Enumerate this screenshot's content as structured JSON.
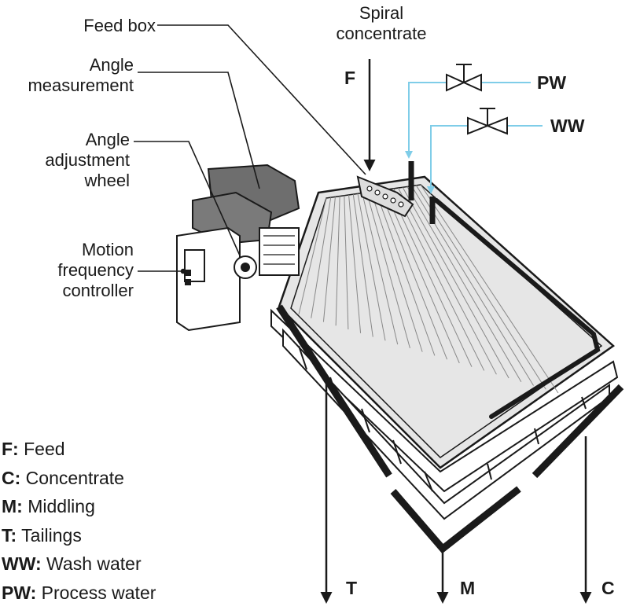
{
  "labels": {
    "feed_box": "Feed box",
    "angle_measurement": [
      "Angle",
      "measurement"
    ],
    "angle_adjustment_wheel": [
      "Angle",
      "adjustment",
      "wheel"
    ],
    "motion_frequency_controller": [
      "Motion",
      "frequency",
      "controller"
    ],
    "spiral_concentrate": [
      "Spiral",
      "concentrate"
    ]
  },
  "flows": {
    "F": "F",
    "PW": "PW",
    "WW": "WW",
    "T": "T",
    "M": "M",
    "C": "C"
  },
  "legend": [
    {
      "key": "F:",
      "text": " Feed"
    },
    {
      "key": "C:",
      "text": " Concentrate"
    },
    {
      "key": "M:",
      "text": " Middling"
    },
    {
      "key": "T:",
      "text": " Tailings"
    },
    {
      "key": "WW:",
      "text": " Wash water"
    },
    {
      "key": "PW:",
      "text": " Process water"
    }
  ],
  "colors": {
    "water": "#7fcde8",
    "deck": "#e6e6e6",
    "machine": "#6e6e6e",
    "ink": "#1a1a1a"
  }
}
